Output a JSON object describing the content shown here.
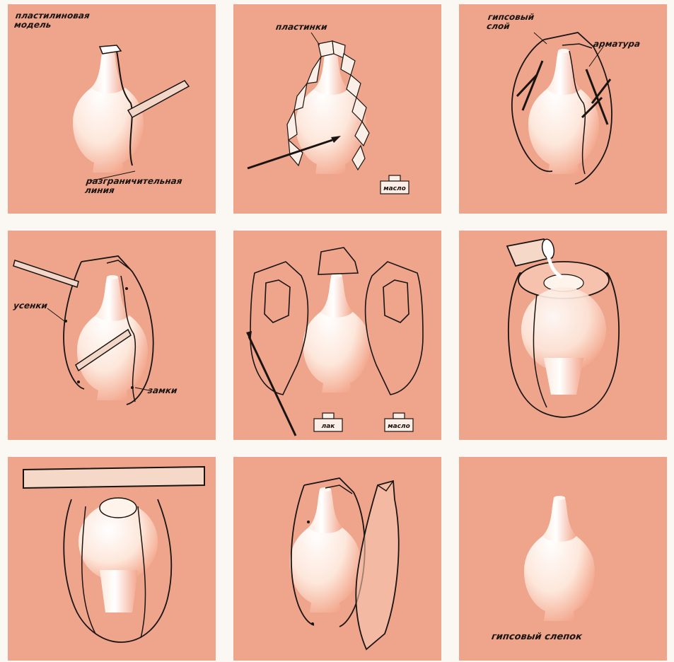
{
  "colors": {
    "panel": "#eea58b",
    "ink": "#1a1410",
    "model": "#fff4ec",
    "shade": "#f39a7c"
  },
  "panels": [
    {
      "labels": {
        "model": "пластилиновая\nмодель",
        "line": "разграничительная\nлиния"
      }
    },
    {
      "labels": {
        "plates": "пластинки",
        "jar": "масло"
      }
    },
    {
      "labels": {
        "layer": "гипсовый\nслой",
        "armature": "арматура"
      }
    },
    {
      "labels": {
        "tabs": "усенки",
        "locks": "замки"
      }
    },
    {
      "labels": {
        "jar1": "лак",
        "jar2": "масло"
      }
    },
    {
      "labels": {}
    },
    {
      "labels": {}
    },
    {
      "labels": {}
    },
    {
      "labels": {
        "cast": "гипсовый слепок"
      }
    }
  ]
}
